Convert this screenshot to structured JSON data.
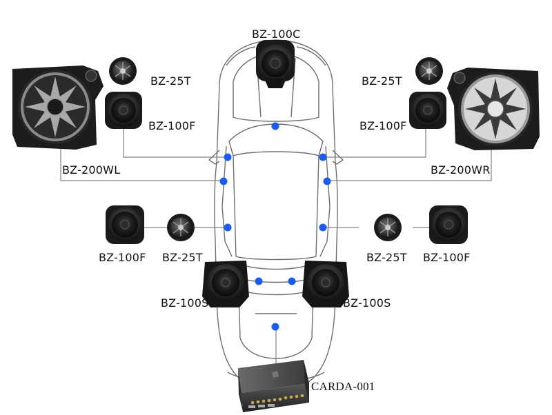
{
  "diagram": {
    "center": "BZ-100C",
    "front_tweeter_left": "BZ-25T",
    "front_tweeter_right": "BZ-25T",
    "front_mid_left": "BZ-100F",
    "front_mid_right": "BZ-100F",
    "woofer_left": "BZ-200WL",
    "woofer_right": "BZ-200WR",
    "rear_mid_left": "BZ-100F",
    "rear_tweeter_left": "BZ-25T",
    "rear_tweeter_right": "BZ-25T",
    "rear_mid_right": "BZ-100F",
    "sub_left": "BZ-100S",
    "sub_right": "BZ-100S",
    "amplifier": "CARDA-001"
  },
  "colors": {
    "line": "#808080",
    "dot": "#1a5cf0",
    "car_outline": "#6e6e6e"
  }
}
